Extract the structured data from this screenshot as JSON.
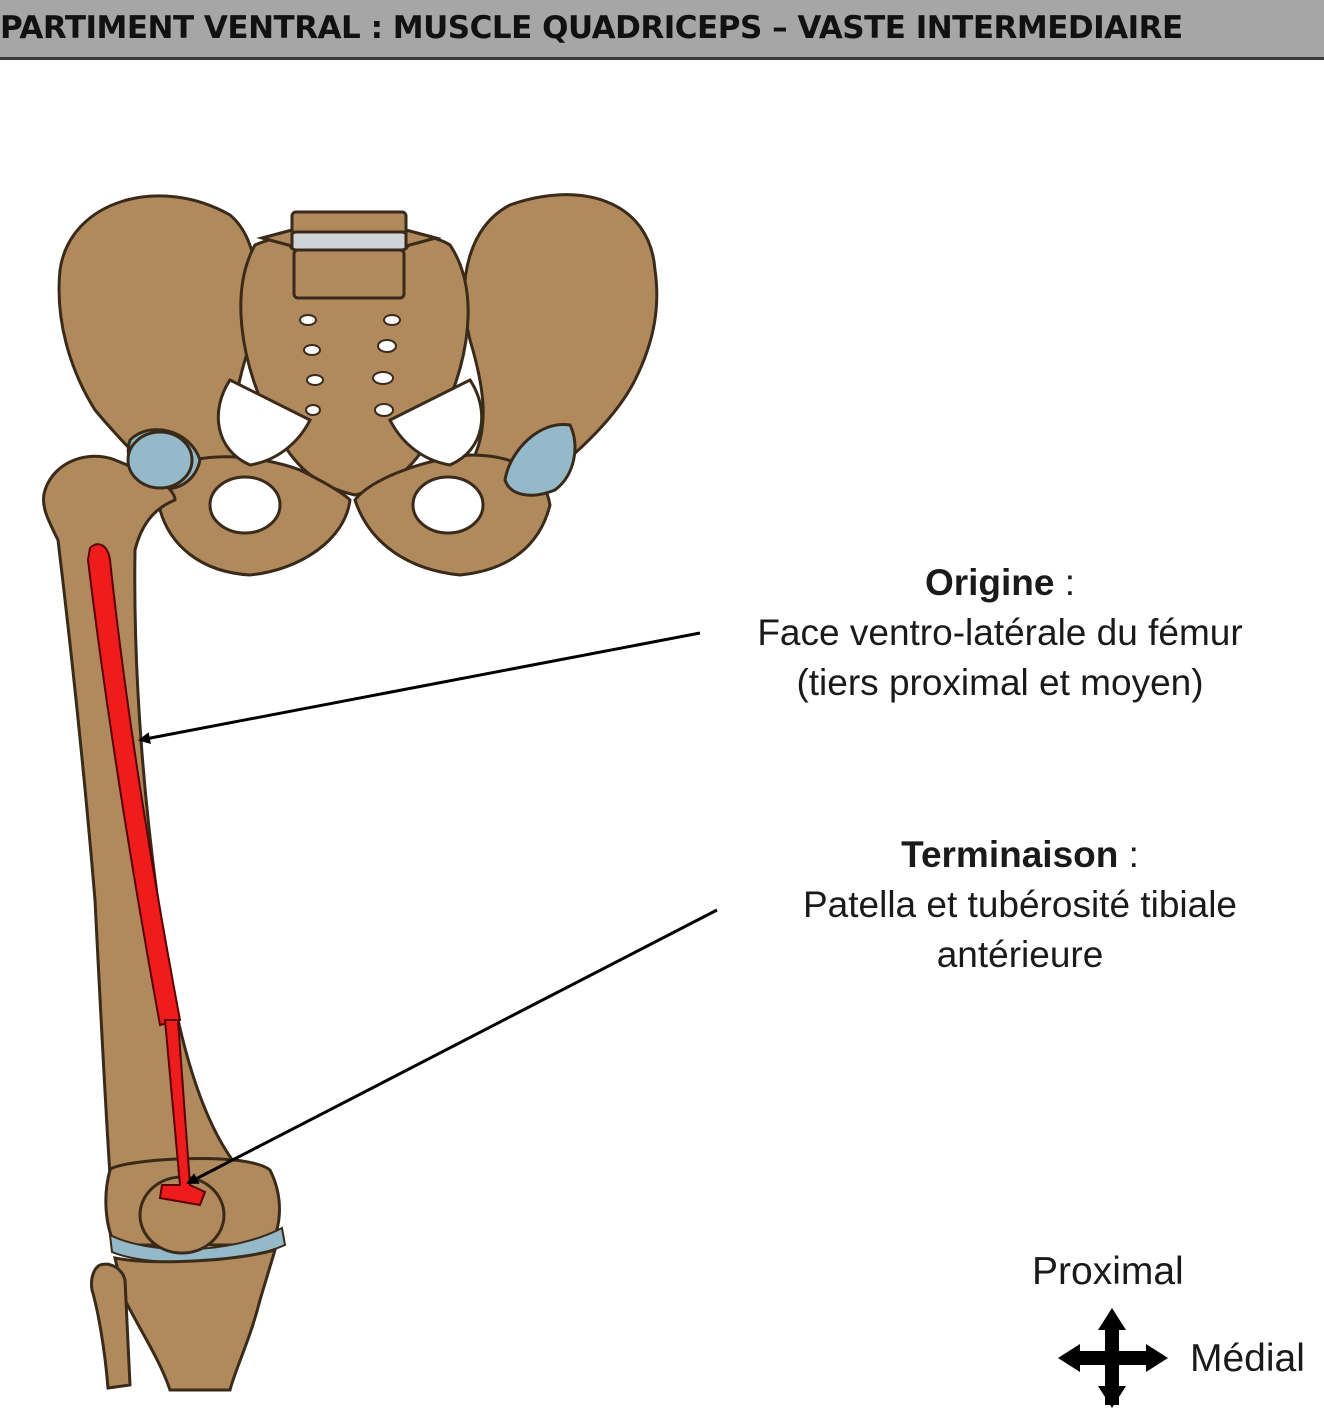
{
  "header": {
    "title": "PARTIMENT VENTRAL : MUSCLE QUADRICEPS – VASTE INTERMEDIAIRE"
  },
  "labels": {
    "origin": {
      "heading": "Origine",
      "colon": " :",
      "line1": "Face ventro-latérale du fémur",
      "line2": "(tiers proximal et moyen)"
    },
    "termination": {
      "heading": "Terminaison",
      "colon": " :",
      "line1": "Patella et tubérosité tibiale",
      "line2": "antérieure"
    }
  },
  "orientation": {
    "proximal": "Proximal",
    "medial": "Médial"
  },
  "colors": {
    "bone": "#b08a5c",
    "bone_outline": "#3a2a1a",
    "cartilage": "#94b9c9",
    "muscle": "#ee1c1c",
    "header_bg": "#a6a6a6"
  }
}
